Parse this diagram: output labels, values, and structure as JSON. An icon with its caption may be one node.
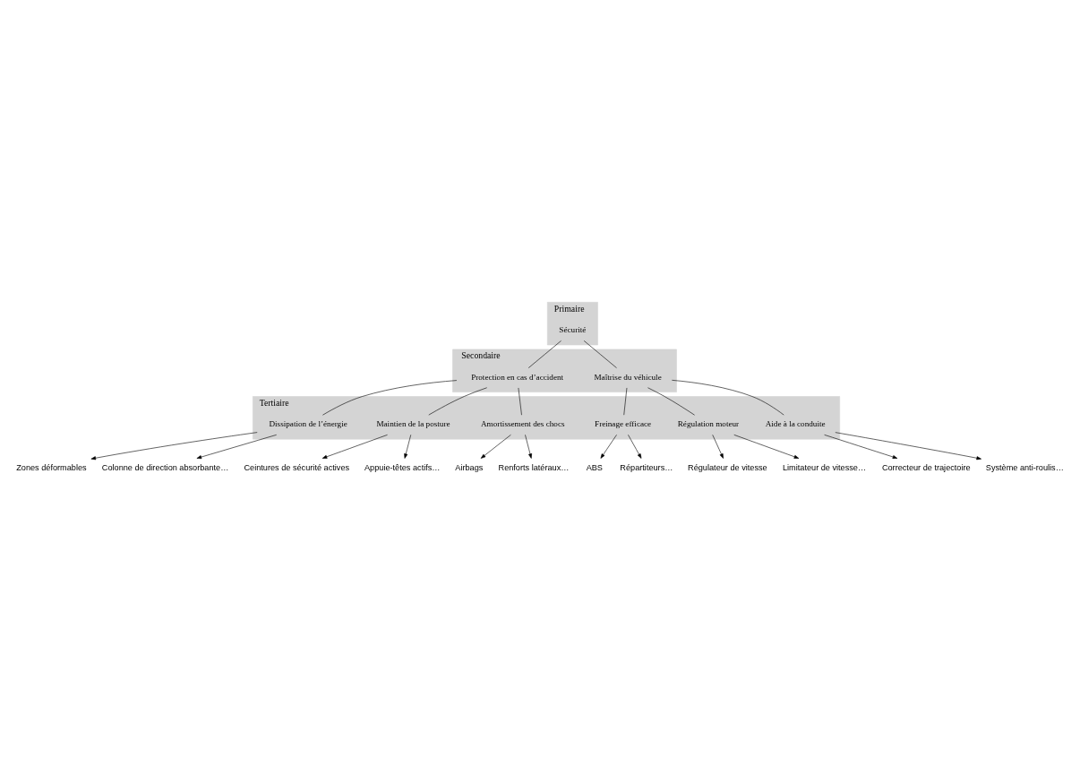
{
  "diagram": {
    "nodes": [
      {
        "text": [
          "Primaire"
        ]
      },
      {
        "text": [
          "Sécurité"
        ],
        "in": 0
      },
      {
        "text": [
          "Secondaire"
        ]
      },
      {
        "text": [
          "Maîtrise du véhicule"
        ],
        "in": 2
      },
      {
        "text": [
          "Protection en cas d’accident"
        ],
        "in": 2
      },
      {
        "text": [
          "Tertiaire"
        ]
      },
      {
        "text": [
          "Freinage efficace"
        ],
        "in": 5
      },
      {
        "text": [
          "Régulation moteur"
        ],
        "in": 5
      },
      {
        "text": [
          "Aide à la conduite"
        ],
        "in": 5
      },
      {
        "text": [
          "Dissipation de l’énergie"
        ],
        "in": 5
      },
      {
        "text": [
          "Maintien de la posture"
        ],
        "in": 5
      },
      {
        "text": [
          "Amortissement des chocs"
        ],
        "in": 5
      },
      {
        "text": [
          "ABS"
        ]
      },
      {
        "text": [
          "Répartiteurs…"
        ]
      },
      {
        "text": [
          "Régulateur de vitesse"
        ]
      },
      {
        "text": [
          "Limitateur de vitesse…"
        ]
      },
      {
        "text": [
          "Correcteur de trajectoire"
        ]
      },
      {
        "text": [
          "Système anti-roulis…"
        ]
      },
      {
        "text": [
          "Zones déformables"
        ]
      },
      {
        "text": [
          "Colonne de direction absorbante…"
        ]
      },
      {
        "text": [
          "Ceintures de sécurité actives"
        ]
      },
      {
        "text": [
          "Appuie-têtes actifs…"
        ]
      },
      {
        "text": [
          "Airbags"
        ]
      },
      {
        "text": [
          "Renforts latéraux…"
        ]
      }
    ],
    "edges": [
      {
        "from": 1,
        "to": 3,
        "arrow": "none"
      },
      {
        "from": 1,
        "to": 4,
        "arrow": "none"
      },
      {
        "from": 3,
        "to": 6,
        "arrow": "none"
      },
      {
        "from": 3,
        "to": 7,
        "arrow": "none"
      },
      {
        "from": 3,
        "to": 8,
        "arrow": "none"
      },
      {
        "from": 4,
        "to": 9,
        "arrow": "none"
      },
      {
        "from": 4,
        "to": 10,
        "arrow": "none"
      },
      {
        "from": 4,
        "to": 11,
        "arrow": "none"
      },
      {
        "from": 6,
        "to": 12,
        "arrow": "to"
      },
      {
        "from": 6,
        "to": 13,
        "arrow": "to"
      },
      {
        "from": 7,
        "to": 14,
        "arrow": "to"
      },
      {
        "from": 7,
        "to": 15,
        "arrow": "to"
      },
      {
        "from": 8,
        "to": 16,
        "arrow": "to"
      },
      {
        "from": 8,
        "to": 17,
        "arrow": "to"
      },
      {
        "from": 9,
        "to": 18,
        "arrow": "to"
      },
      {
        "from": 9,
        "to": 19,
        "arrow": "to"
      },
      {
        "from": 10,
        "to": 20,
        "arrow": "to"
      },
      {
        "from": 10,
        "to": 21,
        "arrow": "to"
      },
      {
        "from": 11,
        "to": 22,
        "arrow": "to"
      },
      {
        "from": 11,
        "to": 23,
        "arrow": "to"
      }
    ]
  }
}
